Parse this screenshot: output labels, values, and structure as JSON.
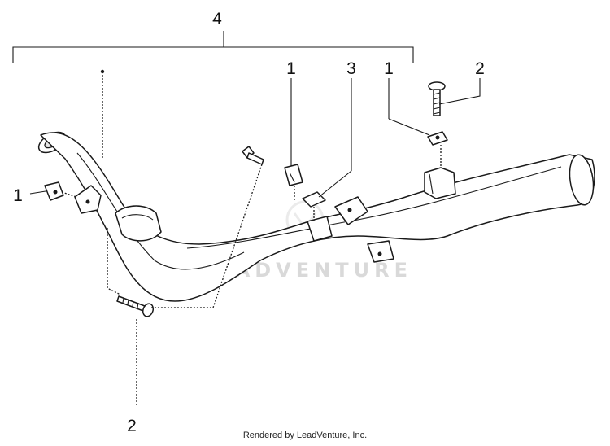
{
  "callouts": {
    "assembly": "4",
    "left_clip": "1",
    "top_clip_a": "1",
    "top_clip_b": "1",
    "center_part": "3",
    "top_screw": "2",
    "bottom_screw": "2"
  },
  "watermark": "LEADVENTURE",
  "footer": "Rendered by LeadVenture, Inc."
}
